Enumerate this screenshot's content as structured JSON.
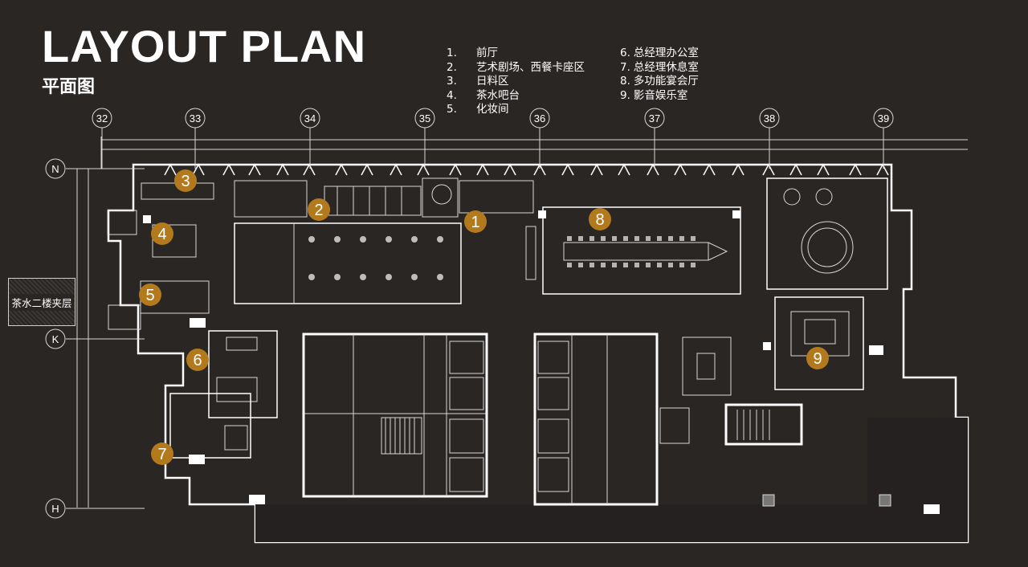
{
  "header": {
    "title": "LAYOUT PLAN",
    "subtitle": "平面图"
  },
  "legend": {
    "left": [
      {
        "num": "1.",
        "label": "前厅"
      },
      {
        "num": "2.",
        "label": "艺术剧场、西餐卡座区"
      },
      {
        "num": "3.",
        "label": "日料区"
      },
      {
        "num": "4.",
        "label": "茶水吧台"
      },
      {
        "num": "5.",
        "label": "化妆间"
      }
    ],
    "right": [
      {
        "num": "6.",
        "label": "总经理办公室"
      },
      {
        "num": "7.",
        "label": "总经理休息室"
      },
      {
        "num": "8.",
        "label": "多功能宴会厅"
      },
      {
        "num": "9.",
        "label": "影音娱乐室"
      }
    ]
  },
  "plan": {
    "column_grid": [
      "32",
      "33",
      "34",
      "35",
      "36",
      "37",
      "38",
      "39"
    ],
    "row_grid": [
      "N",
      "K",
      "H"
    ],
    "mezzanine_label": "茶水二楼夹层",
    "area_markers": [
      "1",
      "2",
      "3",
      "4",
      "5",
      "6",
      "7",
      "8",
      "9"
    ],
    "colors": {
      "background": "#2a2624",
      "line": "#d8d8d8",
      "wall": "#ffffff",
      "marker": "#b27a1d"
    }
  }
}
